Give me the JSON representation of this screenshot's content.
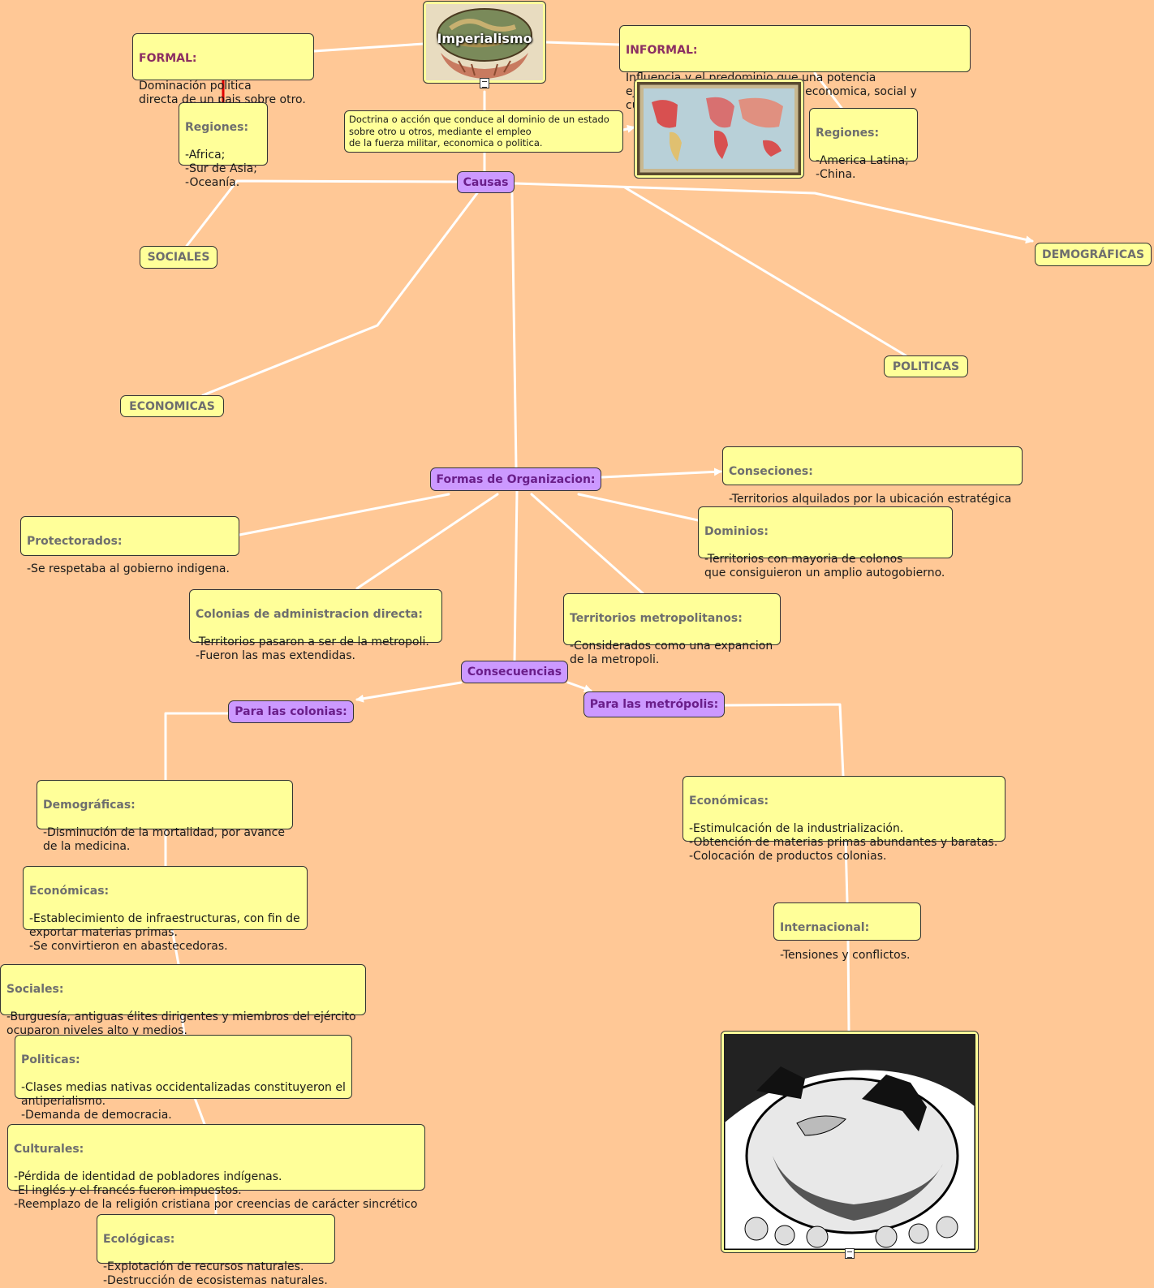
{
  "root": {
    "title": "Imperialismo"
  },
  "formal": {
    "head": "FORMAL:",
    "body": "Dominación politica\ndirecta de un pais sobre otro."
  },
  "informal": {
    "head": "INFORMAL:",
    "body": "Influencia y el predominio que una potencia\nejerce sobre el pais de manera economica, social y cultural."
  },
  "regiones_formal": {
    "head": "Regiones:",
    "body": "-Africa;\n-Sur de Asia;\n-Oceanía."
  },
  "regiones_informal": {
    "head": "Regiones:",
    "body": "-America Latina;\n-China."
  },
  "definicion": "Doctrina o acción que conduce al dominio de un estado\nsobre otro u otros, mediante el empleo\nde la fuerza militar, economica o politica.",
  "causas": {
    "label": "Causas",
    "items": [
      "SOCIALES",
      "DEMOGRÁFICAS",
      "ECONOMICAS",
      "POLITICAS"
    ]
  },
  "formas": {
    "label": "Formas de Organizacion:",
    "conseciones": {
      "head": "Conseciones:",
      "body": "-Territorios alquilados por la ubicación estratégica"
    },
    "protectorados": {
      "head": "Protectorados:",
      "body": "-Se respetaba al gobierno indigena."
    },
    "dominios": {
      "head": "Dominios:",
      "body": "-Territorios con mayoria de colonos\nque consiguieron un amplio autogobierno."
    },
    "colonias": {
      "head": "Colonias de administracion directa:",
      "body": "-Territorios pasaron a ser de la metropoli.\n-Fueron las mas extendidas."
    },
    "territorios": {
      "head": "Territorios metropolitanos:",
      "body": "-Considerados como una expancion\nde la metropoli."
    }
  },
  "consecuencias": {
    "label": "Consecuencias",
    "colonias_label": "Para las colonias:",
    "metropolis_label": "Para las metrópolis:",
    "colonias": {
      "demograficas": {
        "head": "Demográficas:",
        "body": "-Disminución de la mortalidad, por avance\nde la medicina."
      },
      "economicas": {
        "head": "Económicas:",
        "body": "-Establecimiento de infraestructuras, con fin de\nexportar materias primas.\n-Se convirtieron en abastecedoras."
      },
      "sociales": {
        "head": "Sociales:",
        "body": "-Burguesía, antiguas élites dirigentes y miembros del ejército\n ocuparon niveles alto y medios."
      },
      "politicas": {
        "head": "Politicas:",
        "body": "-Clases medias nativas occidentalizadas constituyeron el\nantiperialismo.\n-Demanda de democracia."
      },
      "culturales": {
        "head": "Culturales:",
        "body": "-Pérdida de identidad de pobladores indígenas.\n-El inglés y el francés fueron impuestos.\n-Reemplazo de la religión cristiana por creencias de carácter sincrético"
      },
      "ecologicas": {
        "head": "Ecológicas:",
        "body": "-Explotación de recursos naturales.\n-Destrucción de ecosistemas naturales."
      }
    },
    "metropolis": {
      "economicas": {
        "head": "Económicas:",
        "body": "-Estimulcación de la industrialización.\n-Obtención de materias primas abundantes y baratas.\n-Colocación de productos colonias."
      },
      "internacional": {
        "head": "Internacional:",
        "body": "-Tensiones y conflictos."
      }
    }
  },
  "colors": {
    "background": "#FFC896",
    "node": "#FFFF99",
    "purple_node": "#CC99FF",
    "link": "#FFFFFF",
    "red_link": "#E00000"
  }
}
